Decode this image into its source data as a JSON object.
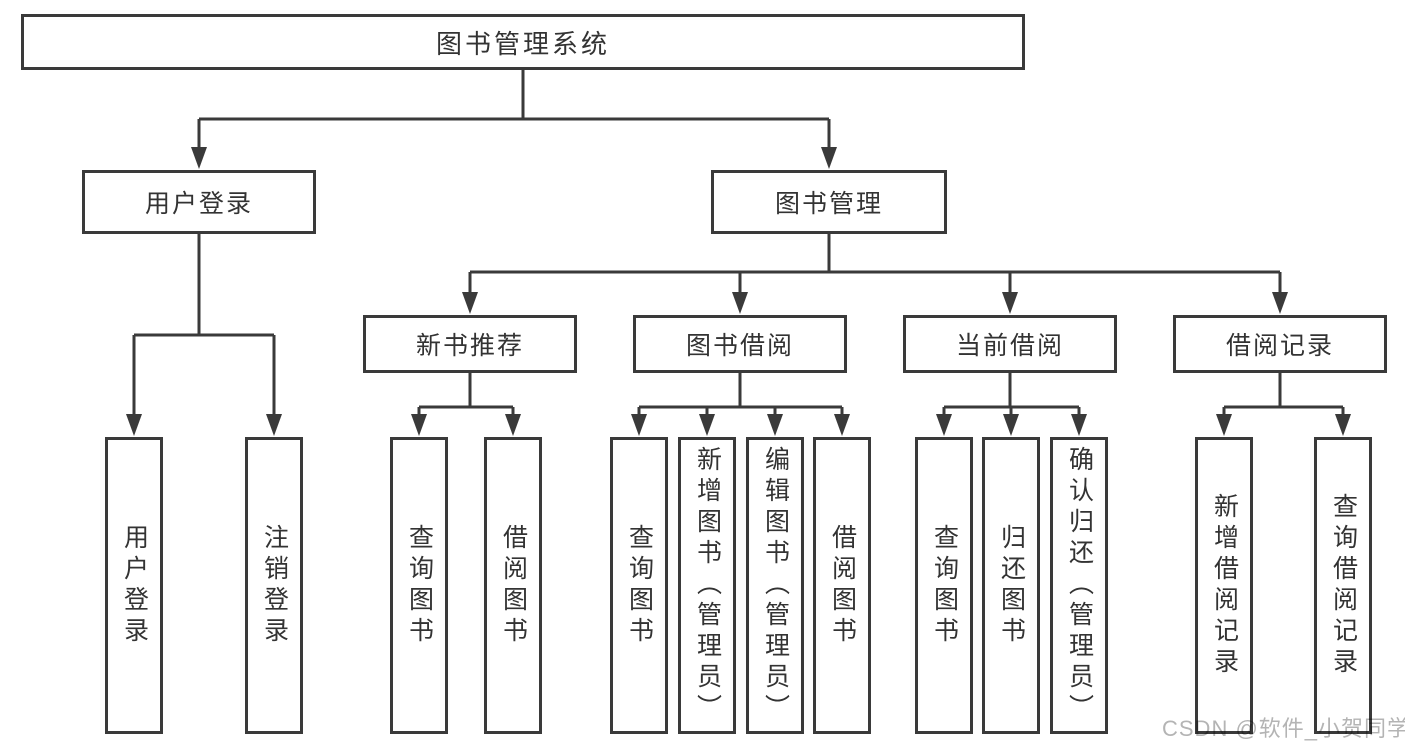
{
  "colors": {
    "line": "#3a3a3a",
    "text": "#333333",
    "watermark_gray": "#b4b4b4",
    "background": "#ffffff"
  },
  "diagram": {
    "title": "图书管理系统",
    "root": {
      "label": "图书管理系统"
    },
    "level1": [
      {
        "label": "用户登录"
      },
      {
        "label": "图书管理"
      }
    ],
    "level2": [
      {
        "label": "新书推荐",
        "parent": "图书管理"
      },
      {
        "label": "图书借阅",
        "parent": "图书管理"
      },
      {
        "label": "当前借阅",
        "parent": "图书管理"
      },
      {
        "label": "借阅记录",
        "parent": "图书管理"
      }
    ],
    "leaves": [
      {
        "label": "用户登录",
        "parent": "用户登录"
      },
      {
        "label": "注销登录",
        "parent": "用户登录"
      },
      {
        "label": "查询图书",
        "parent": "新书推荐"
      },
      {
        "label": "借阅图书",
        "parent": "新书推荐"
      },
      {
        "label": "查询图书",
        "parent": "图书借阅"
      },
      {
        "label": "新增图书（管理员）",
        "parent": "图书借阅"
      },
      {
        "label": "编辑图书（管理员）",
        "parent": "图书借阅"
      },
      {
        "label": "借阅图书",
        "parent": "图书借阅"
      },
      {
        "label": "查询图书",
        "parent": "当前借阅"
      },
      {
        "label": "归还图书",
        "parent": "当前借阅"
      },
      {
        "label": "确认归还（管理员）",
        "parent": "当前借阅"
      },
      {
        "label": "新增借阅记录",
        "parent": "借阅记录"
      },
      {
        "label": "查询借阅记录",
        "parent": "借阅记录"
      }
    ]
  },
  "watermark": {
    "text": "CSDN @软件_小贺同学"
  }
}
